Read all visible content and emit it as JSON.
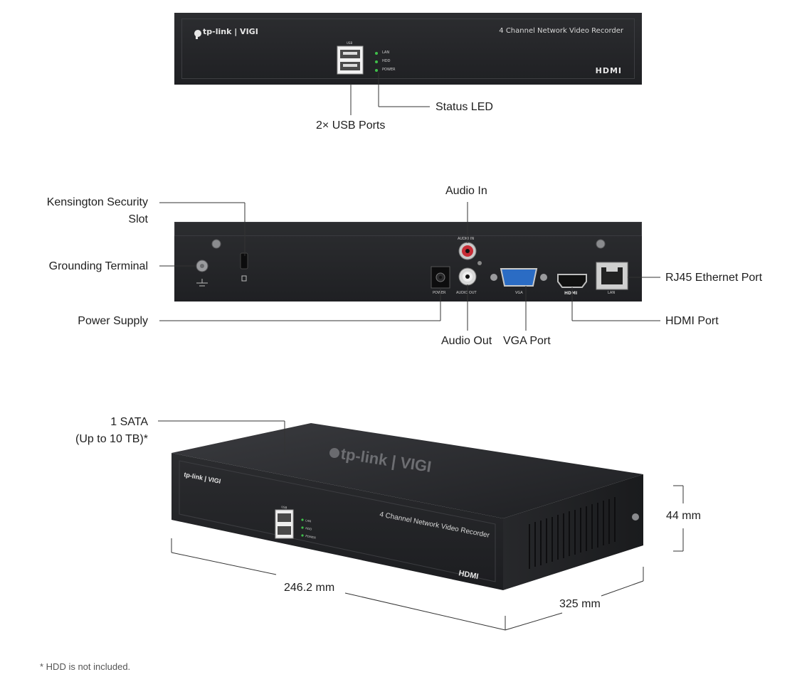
{
  "front": {
    "logo_text": "tp-link | VIGI",
    "model": "4 Channel Network Video Recorder",
    "hdmi_logo": "HDMI",
    "usb_text": "USB",
    "leds": [
      "LAN",
      "HDD",
      "POWER"
    ],
    "callout_usb": "2× USB Ports",
    "callout_led": "Status LED"
  },
  "rear": {
    "callout_kensington_1": "Kensington Security",
    "callout_kensington_2": "Slot",
    "callout_ground": "Grounding Terminal",
    "callout_power": "Power Supply",
    "callout_audio_in": "Audio In",
    "callout_audio_out": "Audio Out",
    "callout_vga": "VGA Port",
    "callout_rj45": "RJ45 Ethernet Port",
    "callout_hdmi": "HDMI Port",
    "port_power": "POWER",
    "port_audio_in": "AUDIO IN",
    "port_audio_out": "AUDIO OUT",
    "port_vga": "VGA",
    "port_hdmi": "HDMI",
    "port_lan": "LAN"
  },
  "iso": {
    "callout_sata_1": "1 SATA",
    "callout_sata_2": "(Up to 10 TB)*",
    "dim_height": "44 mm",
    "dim_width": "246.2 mm",
    "dim_depth": "325 mm",
    "top_logo": "tp-link | VIGI",
    "front_logo": "tp-link | VIGI",
    "model": "4 Channel Network Video Recorder",
    "hdmi_logo": "HDMI",
    "usb_text": "USB",
    "leds": [
      "LAN",
      "HDD",
      "POWER"
    ]
  },
  "footnote": "* HDD is not included."
}
